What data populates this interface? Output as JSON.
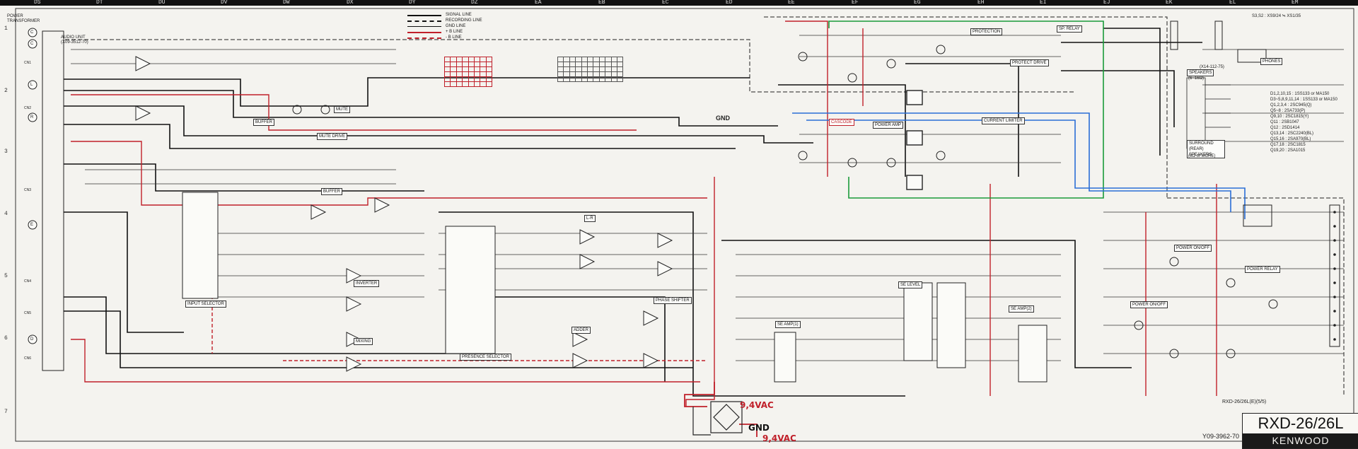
{
  "column_letters": [
    "DS",
    "DT",
    "DU",
    "DV",
    "DW",
    "DX",
    "DY",
    "DZ",
    "EA",
    "EB",
    "EC",
    "ED",
    "EE",
    "EF",
    "EG",
    "EH",
    "EI",
    "EJ",
    "EK",
    "EL",
    "EM"
  ],
  "row_numbers": [
    "1",
    "2",
    "3",
    "4",
    "5",
    "6",
    "7"
  ],
  "legend": [
    {
      "label": "SIGNAL LINE",
      "color": "#111111",
      "style": "solid"
    },
    {
      "label": "RECORDING LINE",
      "color": "#111111",
      "style": "dash"
    },
    {
      "label": "GND LINE",
      "color": "#111111",
      "style": "solid"
    },
    {
      "label": "+ B LINE",
      "color": "#c0202a",
      "style": "solid"
    },
    {
      "label": "- B LINE",
      "color": "#c0202a",
      "style": "dash"
    }
  ],
  "left_labels": {
    "power_transformer": "POWER TRANSFORMER",
    "audio_unit": "AUDIO UNIT",
    "audio_unit_code": "(X09-3512-70)",
    "jacks": [
      "CN1",
      "CN2",
      "CN3",
      "CN4",
      "CN5",
      "CN6"
    ],
    "jack_codes": [
      "C",
      "C",
      "L",
      "R",
      "E",
      "D"
    ]
  },
  "blocks": {
    "buffer_top": "BUFFER",
    "mute_drive": "MUTE DRIVE",
    "mute": "MUTE",
    "buffer_mid": "BUFFER",
    "input_selector": "INPUT SELECTOR",
    "inverter": "INVERTER",
    "mixing": "MIXING",
    "adder": "ADDER",
    "phase_shifter": "PHASE SHIFTER",
    "presence_selector": "PRESENCE SELECTOR",
    "lr": "L-R",
    "cascode": "CASCODE",
    "power_amp": "POWER AMP",
    "current_limiter": "CURRENT LIMITER",
    "protection": "PROTECTION",
    "protect_drive": "PROTECT DRIVE",
    "sp_relay": "SP. RELAY",
    "se_level": "SE LEVEL",
    "se_amp1": "SE AMP(1)",
    "se_amp2": "SE AMP(2)",
    "power_on_off_1": "POWER ON/OFF",
    "power_on_off_2": "POWER ON/OFF",
    "power_relay": "POWER RELAY",
    "speakers": "SPEAKERS",
    "speakers_ohm": "(6~16Ω)",
    "surround_rear_speakers": "SURROUND (REAR) SPEAKERS",
    "surround_ohm": "(8Ω or MORE)",
    "phones": "PHONES",
    "gnd_mid": "GND"
  },
  "right_top_codes": "S3,S2 : XS9/24 ≒ XS1/35",
  "right_unit": "(X14-112-75)",
  "version_notes": [
    "D1,2,10,15 : 1SS133 or MA150",
    "D3~5,8,9,11,14 : 1SS133 or MA150",
    "Q1,2,3,4 : 2SC945(Q)",
    "Q5~8 : 2SA733(P)",
    "Q9,10 : 2SC1815(Y)",
    "Q11 : 2SB1047",
    "Q12 : 2SD1414",
    "Q13,14 : 2SC2240(BL)",
    "Q15,16 : 2SA970(BL)",
    "Q17,18 : 2SC1815",
    "Q19,20 : 2SA1015"
  ],
  "annotations": {
    "vac_top": "9,4VAC",
    "gnd_bottom": "GND",
    "vac_bottom": "9,4VAC"
  },
  "model_title": "RXD-26/26L",
  "brand": "KENWOOD",
  "document_number": "Y09-3962-70",
  "page_reference": "RXD-26/26L(E)(5/5)"
}
